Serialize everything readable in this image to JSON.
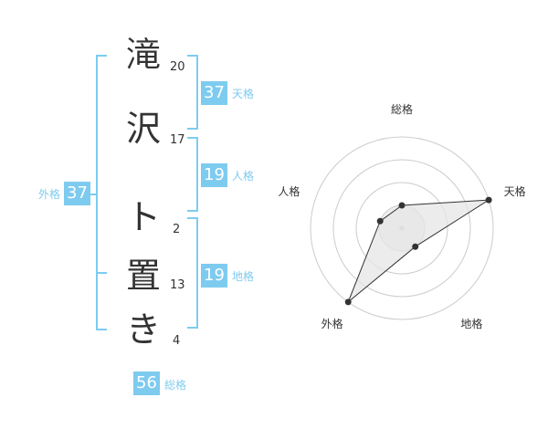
{
  "name_chars": [
    {
      "char": "滝",
      "strokes": "20"
    },
    {
      "char": "沢",
      "strokes": "17"
    },
    {
      "char": "ト",
      "strokes": "2"
    },
    {
      "char": "置",
      "strokes": "13"
    },
    {
      "char": "き",
      "strokes": "4"
    }
  ],
  "kakusu": {
    "tenkaku": {
      "value": "37",
      "label": "天格"
    },
    "jinkaku": {
      "value": "19",
      "label": "人格"
    },
    "chikaku": {
      "value": "19",
      "label": "地格"
    },
    "gaikaku": {
      "value": "37",
      "label": "外格"
    },
    "soukaku": {
      "value": "56",
      "label": "総格"
    }
  },
  "chart_data": {
    "type": "radar",
    "axes": [
      "総格",
      "天格",
      "地格",
      "外格",
      "人格"
    ],
    "series": [
      {
        "values": [
          0.25,
          1.0,
          0.25,
          1.0,
          0.25
        ]
      }
    ],
    "rings": 4,
    "colors": {
      "accent": "#7ecbf0",
      "line": "#333333",
      "fill": "#e8e8e8",
      "grid": "#cccccc"
    }
  }
}
